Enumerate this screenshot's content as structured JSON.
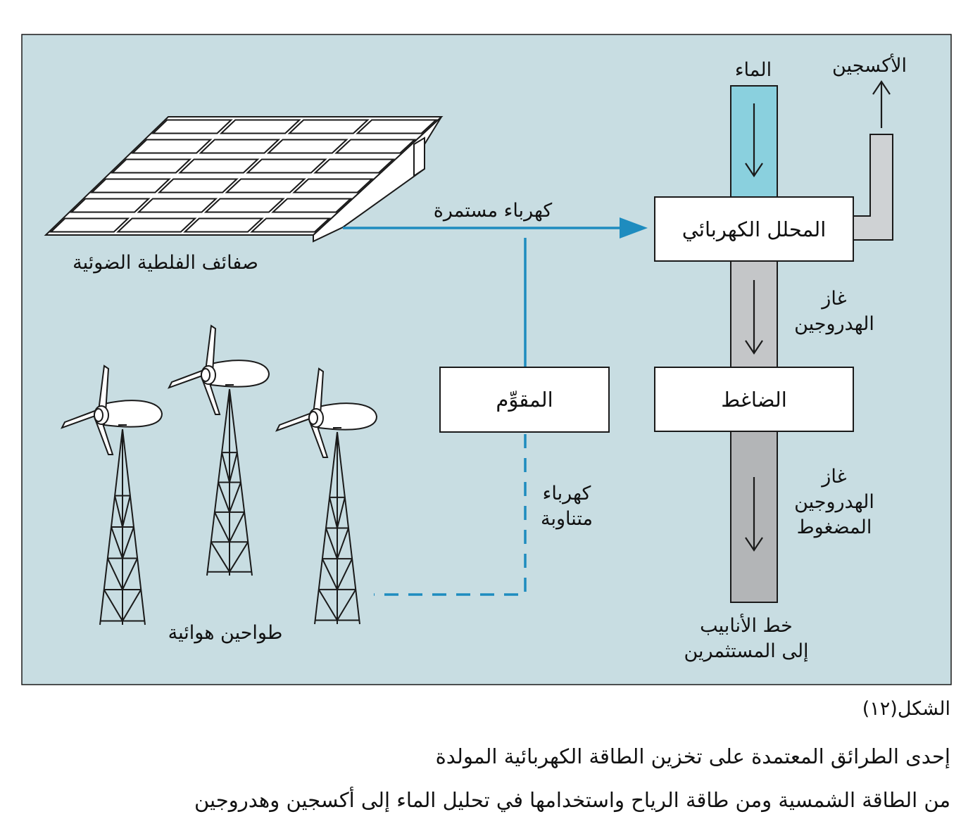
{
  "colors": {
    "panel_bg": "#c8dde2",
    "flow_line": "#1e8cbf",
    "water": "#8ad0de",
    "oxygen_pipe": "#cfd2d4",
    "hydrogen_pipe": "#c4c6c8",
    "compressed_pipe": "#b3b5b7"
  },
  "diagram": {
    "water_label": "الماء",
    "oxygen_label": "الأكسجين",
    "solar_label": "صفائف الفلطية الضوئية",
    "dc_label": "كهرباء مستمرة",
    "electrolyzer_label": "المحلل الكهربائي",
    "hydrogen_gas_line1": "غاز",
    "hydrogen_gas_line2": "الهدروجين",
    "rectifier_label": "المقوِّم",
    "compressor_label": "الضاغط",
    "compressed_line1": "غاز",
    "compressed_line2": "الهدروجين",
    "compressed_line3": "المضغوط",
    "ac_line1": "كهرباء",
    "ac_line2": "متناوبة",
    "turbines_label": "طواحين هوائية",
    "pipeline_line1": "خط الأنابيب",
    "pipeline_line2": "إلى المستثمرين"
  },
  "caption": {
    "figure_number": "الشكل(١٢)",
    "line1": "إحدى الطرائق المعتمدة على تخزين الطاقة الكهربائية المولدة",
    "line2": "من الطاقة الشمسية ومن طاقة الرياح واستخدامها في تحليل الماء إلى أكسجين وهدروجين"
  }
}
